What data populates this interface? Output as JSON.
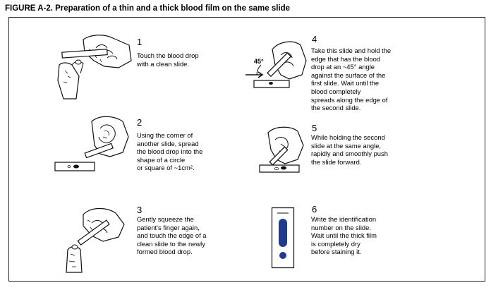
{
  "figure": {
    "title": "FIGURE A-2. Preparation of a thin and a thick blood film on the same slide"
  },
  "steps": [
    {
      "number": "1",
      "text": "Touch the blood drop\nwith a clean slide."
    },
    {
      "number": "2",
      "text": "Using the corner of\nanother slide, spread\nthe blood drop into the\nshape of a circle\nor square of ~1cm²."
    },
    {
      "number": "3",
      "text": "Gently squeeze the\npatient's finger again,\nand touch the edge of a\nclean slide to the newly\nformed blood drop."
    },
    {
      "number": "4",
      "text": "Take this slide and hold the\nedge that has the blood\ndrop at an ~45° angle\nagainst the surface of the\nfirst slide. Wait until the\nblood completely\nspreads along the edge of\nthe second slide."
    },
    {
      "number": "5",
      "text": "While holding the second\nslide at the same angle,\nrapidly and smoothly push\nthe slide forward."
    },
    {
      "number": "6",
      "text": "Write the identification\nnumber on the slide.\nWait until the thick film\nis completely dry\nbefore staining it."
    }
  ],
  "angle_label": "45°",
  "colors": {
    "blood_film": "#1f3b8f",
    "line": "#111111"
  }
}
